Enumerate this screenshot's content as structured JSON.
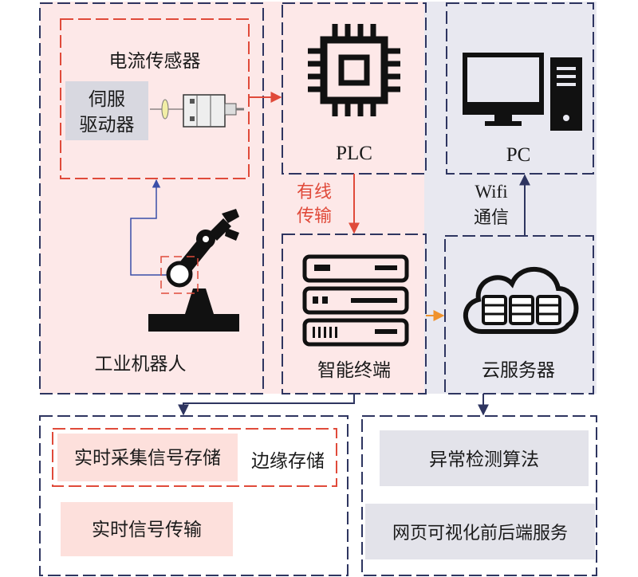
{
  "robot_zone": {
    "sensor_title": "电流传感器",
    "servo_line1": "伺服",
    "servo_line2": "驱动器",
    "robot_label": "工业机器人"
  },
  "plc_block": {
    "label": "PLC"
  },
  "pc_block": {
    "label": "PC"
  },
  "wired_link": {
    "line1": "有线",
    "line2": "传输"
  },
  "wifi_link": {
    "line1": "Wifi",
    "line2": "通信"
  },
  "terminal_block": {
    "label": "智能终端"
  },
  "cloud_block": {
    "label": "云服务器"
  },
  "edge_group": {
    "realtime_storage": "实时采集信号存储",
    "edge_storage": "边缘存储",
    "signal_transmission": "实时信号传输"
  },
  "cloud_group": {
    "anomaly_detection": "异常检测算法",
    "web_service": "网页可视化前后端服务"
  },
  "colors": {
    "pink_fill": "#fde8e8",
    "lavender_fill": "#e8e8f0",
    "navy": "#2e3560",
    "red": "#e04a3a",
    "orange": "#f0922c",
    "blue_line": "#3a4ea8"
  }
}
